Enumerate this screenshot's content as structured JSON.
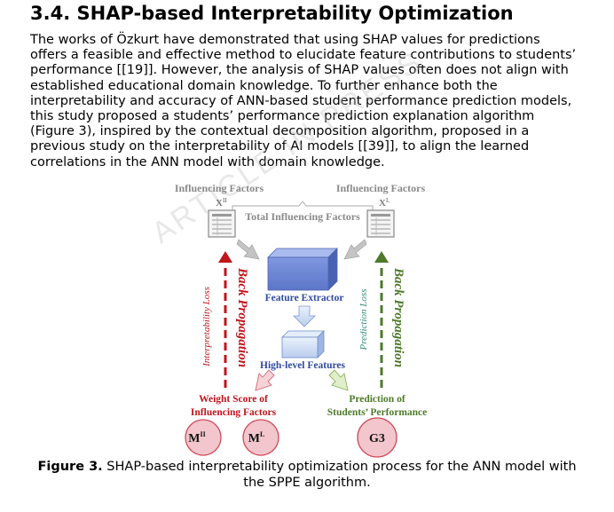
{
  "section": {
    "heading": "3.4. SHAP-based Interpretability Optimization",
    "paragraph_lines": [
      "The works of Özkurt have demonstrated that using SHAP values for predictions",
      "offers a feasible and effective method to elucidate feature contributions to students’",
      "performance [[19]]. However, the analysis of SHAP values often does not align with",
      "established educational domain knowledge. To further enhance both the",
      "interpretability and accuracy of ANN-based student performance prediction models,",
      "this study proposed a students’ performance prediction explanation algorithm",
      "(Figure 3), inspired by the contextual decomposition algorithm, proposed in a",
      "previous study on the interpretability of AI models [[39]], to align the learned",
      "correlations in the ANN model with domain knowledge."
    ]
  },
  "watermark": "ARTICLE IN PRESS",
  "figure": {
    "influencing_left": "Influencing Factors",
    "influencing_left_symbol": "X",
    "influencing_left_sup": "II",
    "influencing_right": "Influencing Factors",
    "influencing_right_symbol": "X",
    "influencing_right_sup": "L",
    "total_factors": "Total Influencing Factors",
    "feature_extractor": "Feature Extractor",
    "high_level_features": "High-level Features",
    "interpretability_loss": "Interpretability Loss",
    "back_propagation_left": "Back Propagation",
    "prediction_loss": "Prediction Loss",
    "back_propagation_right": "Back Propagation",
    "weight_score_line1": "Weight Score of",
    "weight_score_line2": "Influencing Factors",
    "prediction_line1": "Prediction of",
    "prediction_line2": "Students’ Performance",
    "circle1_base": "M",
    "circle1_sup": "II",
    "circle2_base": "M",
    "circle2_sup": "L",
    "circle3": "G3",
    "colors": {
      "red": "#c0151b",
      "green": "#4e7a2a",
      "blue_text": "#2f4aa0",
      "gray": "#8a8a8a",
      "box_blue": "#6f89d8",
      "circle_fill": "#f2c6cc",
      "circle_stroke": "#d04a5a"
    }
  },
  "caption": {
    "label": "Figure 3.",
    "text_line1": " SHAP-based interpretability optimization process for the ANN model with",
    "text_line2": "the SPPE algorithm."
  }
}
